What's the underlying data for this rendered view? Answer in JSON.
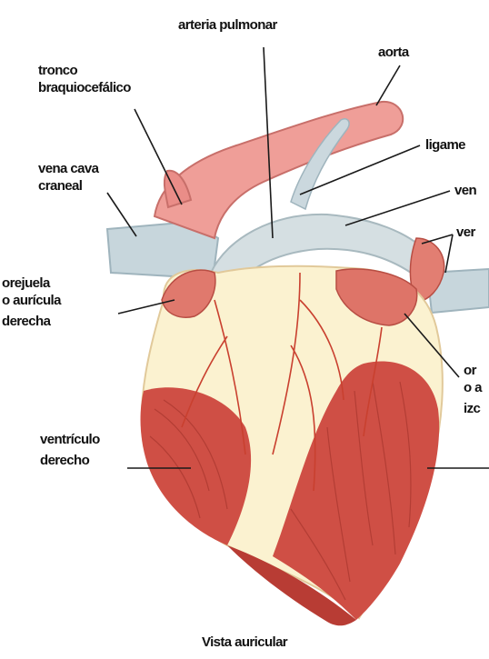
{
  "labels": {
    "arteria_pulmonar": "arteria pulmonar",
    "aorta": "aorta",
    "tronco_1": "tronco",
    "tronco_2": "braquiocefálico",
    "vena_cava_1": "vena cava",
    "vena_cava_2": "craneal",
    "ligamento": "ligame",
    "vena_1": "ven",
    "vena_2": "ver",
    "orejuela_d_1": "orejuela",
    "orejuela_d_2": "o aurícula",
    "orejuela_d_3": "derecha",
    "orejuela_i_1": "or",
    "orejuela_i_2": "o a",
    "orejuela_i_3": "izc",
    "ventriculo_1": "ventrículo",
    "ventriculo_2": "derecho"
  },
  "caption": "Vista auricular",
  "colors": {
    "muscle": "#cf4f45",
    "muscle_dark": "#b53a32",
    "heart_cream": "#fbf3d2",
    "vessel_blue": "#c9d7dd",
    "vessel_pink": "#ef9d9a",
    "line": "#1a1a1a"
  }
}
